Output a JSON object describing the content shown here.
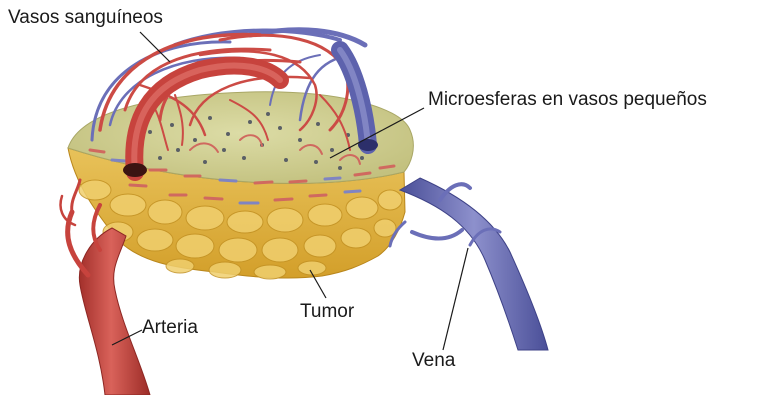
{
  "labels": {
    "blood_vessels": "Vasos sanguíneos",
    "microspheres": "Microesferas en vasos pequeños",
    "tumor": "Tumor",
    "artery": "Arteria",
    "vein": "Vena"
  },
  "colors": {
    "artery": "#cc4b45",
    "artery_dark": "#9e2f2b",
    "vein": "#6b6fb8",
    "vein_dark": "#474c95",
    "tumor_top": "#cfcf8e",
    "tumor_side": "#e2b745",
    "tumor_side_dark": "#c99522",
    "microsphere": "#5a5f66"
  }
}
